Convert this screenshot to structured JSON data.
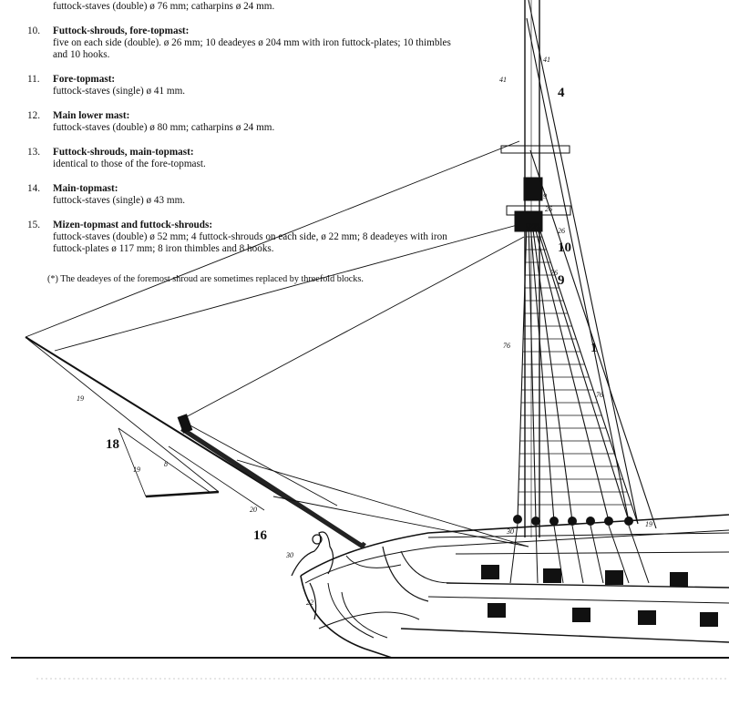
{
  "legend": {
    "entries": [
      {
        "number": "",
        "title": "",
        "text": "futtock-staves (double) ø 76 mm; catharpins ø 24 mm."
      },
      {
        "number": "10.",
        "title": "Futtock-shrouds, fore-topmast:",
        "text": "five on each side (double). ø 26 mm; 10 deadeyes ø 204 mm with iron futtock-plates; 10 thimbles and 10 hooks."
      },
      {
        "number": "11.",
        "title": "Fore-topmast:",
        "text": "futtock-staves (single) ø 41 mm."
      },
      {
        "number": "12.",
        "title": "Main lower mast:",
        "text": "futtock-staves (double) ø 80 mm; catharpins ø 24 mm."
      },
      {
        "number": "13.",
        "title": "Futtock-shrouds, main-topmast:",
        "text": "identical to those of the fore-topmast."
      },
      {
        "number": "14.",
        "title": "Main-topmast:",
        "text": "futtock-staves (single) ø 43 mm."
      },
      {
        "number": "15.",
        "title": "Mizen-topmast and futtock-shrouds:",
        "text": "futtock-staves (double) ø 52 mm; 4 futtock-shrouds on each side, ø 22 mm; 8 deadeyes with iron futtock-plates ø 117 mm; 8 iron thimbles and 8 hooks."
      }
    ],
    "footnote": "(*) The deadeyes of the foremost shroud are sometimes replaced by threefold blocks."
  },
  "drawing": {
    "labels": {
      "l4": "4",
      "l10": "10",
      "l9": "9",
      "l1": "1",
      "l18": "18",
      "l16": "16",
      "s41a": "41",
      "s41b": "41",
      "s19a": "19",
      "s26a": "26",
      "s26b": "26",
      "s76a": "76",
      "s76b": "76",
      "s76c": "76",
      "s19b": "19",
      "s19c": "19",
      "s8": "8",
      "s20": "20",
      "s22": "22",
      "s19d": "19",
      "s30": "30",
      "s30b": "30"
    }
  }
}
